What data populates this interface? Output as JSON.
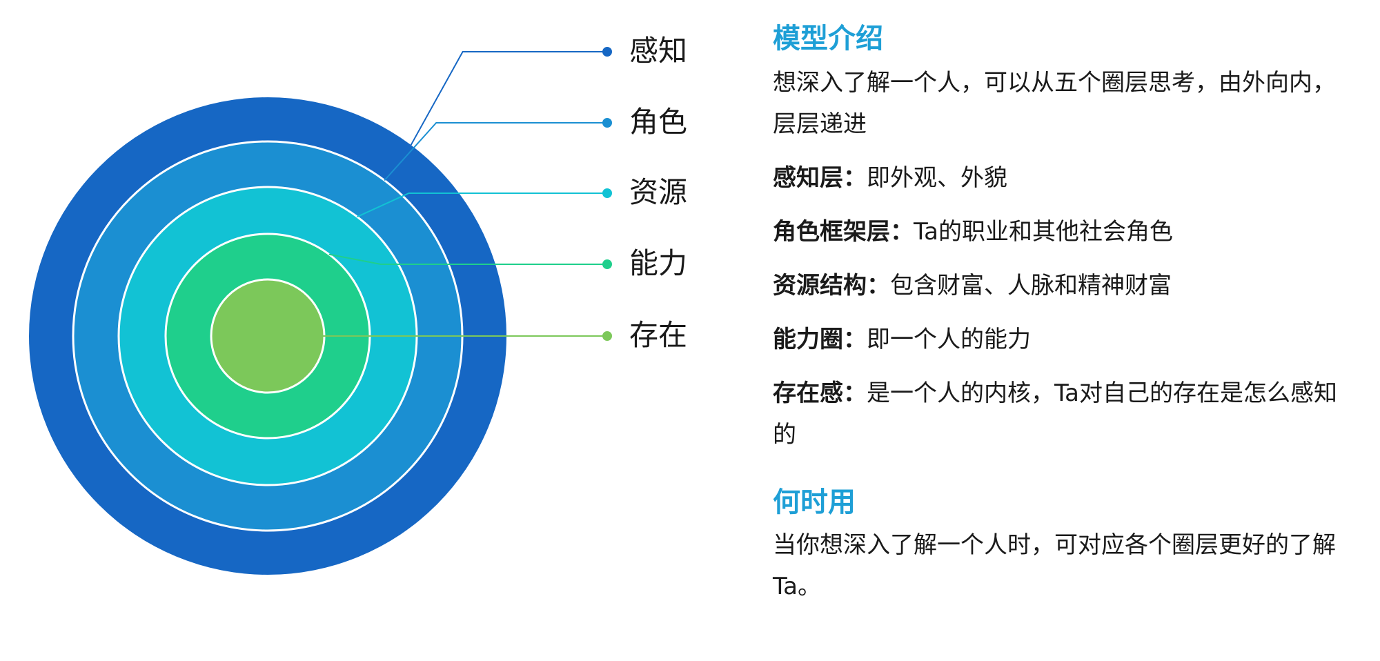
{
  "layers": [
    {
      "label": "感知",
      "color": "#1667c4",
      "dot": "#1667c4"
    },
    {
      "label": "角色",
      "color": "#1b8fd2",
      "dot": "#1b8fd2"
    },
    {
      "label": "资源",
      "color": "#12c2d4",
      "dot": "#12c2d4"
    },
    {
      "label": "能力",
      "color": "#1fcf8c",
      "dot": "#1fcf8c"
    },
    {
      "label": "存在",
      "color": "#7cc85a",
      "dot": "#7cc85a"
    }
  ],
  "intro": {
    "title": "模型介绍",
    "text": "想深入了解一个人，可以从五个圈层思考，由外向内，层层递进"
  },
  "definitions": [
    {
      "term": "感知层：",
      "desc": "即外观、外貌"
    },
    {
      "term": "角色框架层：",
      "desc": "Ta的职业和其他社会角色"
    },
    {
      "term": "资源结构：",
      "desc": "包含财富、人脉和精神财富"
    },
    {
      "term": "能力圈：",
      "desc": "即一个人的能力"
    },
    {
      "term": "存在感：",
      "desc": "是一个人的内核，Ta对自己的存在是怎么感知的"
    }
  ],
  "usage": {
    "title": "何时用",
    "text": "当你想深入了解一个人时，可对应各个圈层更好的了解Ta。"
  },
  "colors": {
    "heading": "#1e9fd6",
    "ring_stroke": "#ffffff"
  }
}
